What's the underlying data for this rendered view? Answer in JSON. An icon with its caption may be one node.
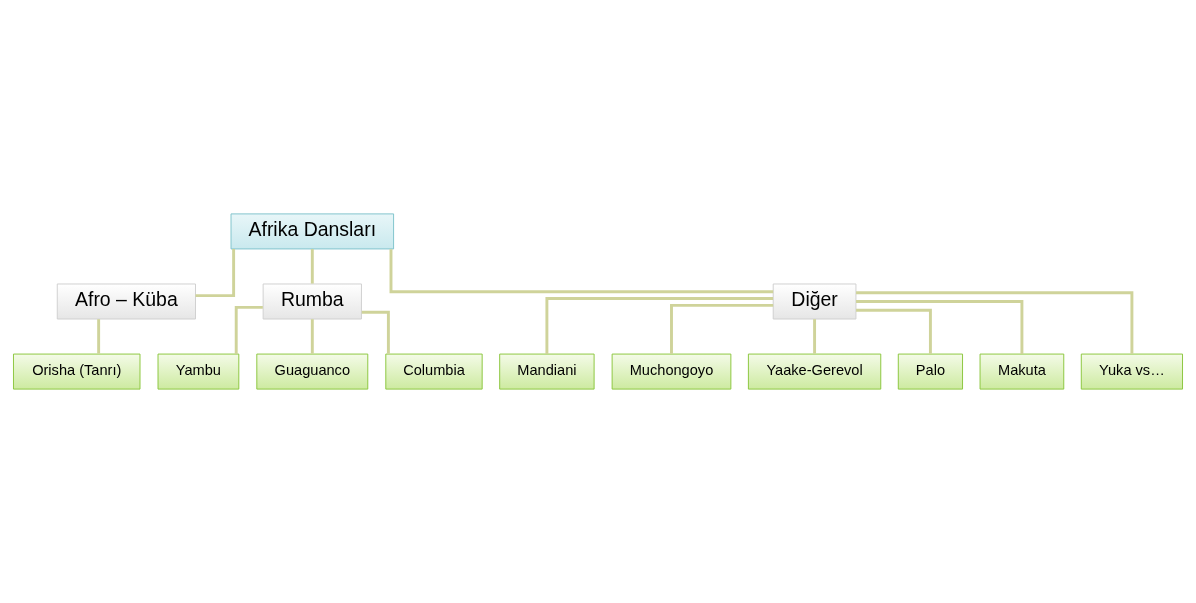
{
  "diagram": {
    "nodes": [
      {
        "text": [
          "Afrika Dansları"
        ]
      },
      {
        "text": [
          "Afro – Küba"
        ]
      },
      {
        "text": [
          "Rumba"
        ]
      },
      {
        "text": [
          "Diğer"
        ]
      },
      {
        "text": [
          "Orisha (Tanrı)"
        ]
      },
      {
        "text": [
          "Yambu"
        ]
      },
      {
        "text": [
          "Guaguanco"
        ]
      },
      {
        "text": [
          "Columbia"
        ]
      },
      {
        "text": [
          "Mandiani"
        ]
      },
      {
        "text": [
          "Muchongoyo"
        ]
      },
      {
        "text": [
          "Yaake-Gerevol"
        ]
      },
      {
        "text": [
          "Palo"
        ]
      },
      {
        "text": [
          "Makuta"
        ]
      },
      {
        "text": [
          "Yuka vs…"
        ]
      }
    ],
    "edges": [
      {
        "from": 0,
        "to": 1,
        "arrow": "none"
      },
      {
        "from": 0,
        "to": 2,
        "arrow": "none"
      },
      {
        "from": 0,
        "to": 3,
        "arrow": "none"
      },
      {
        "from": 1,
        "to": 4,
        "arrow": "none"
      },
      {
        "from": 2,
        "to": 5,
        "arrow": "none"
      },
      {
        "from": 2,
        "to": 6,
        "arrow": "none"
      },
      {
        "from": 2,
        "to": 7,
        "arrow": "none"
      },
      {
        "from": 3,
        "to": 8,
        "arrow": "none"
      },
      {
        "from": 3,
        "to": 9,
        "arrow": "none"
      },
      {
        "from": 3,
        "to": 10,
        "arrow": "none"
      },
      {
        "from": 3,
        "to": 11,
        "arrow": "none"
      },
      {
        "from": 3,
        "to": 12,
        "arrow": "none"
      },
      {
        "from": 3,
        "to": 13,
        "arrow": "none"
      }
    ]
  }
}
